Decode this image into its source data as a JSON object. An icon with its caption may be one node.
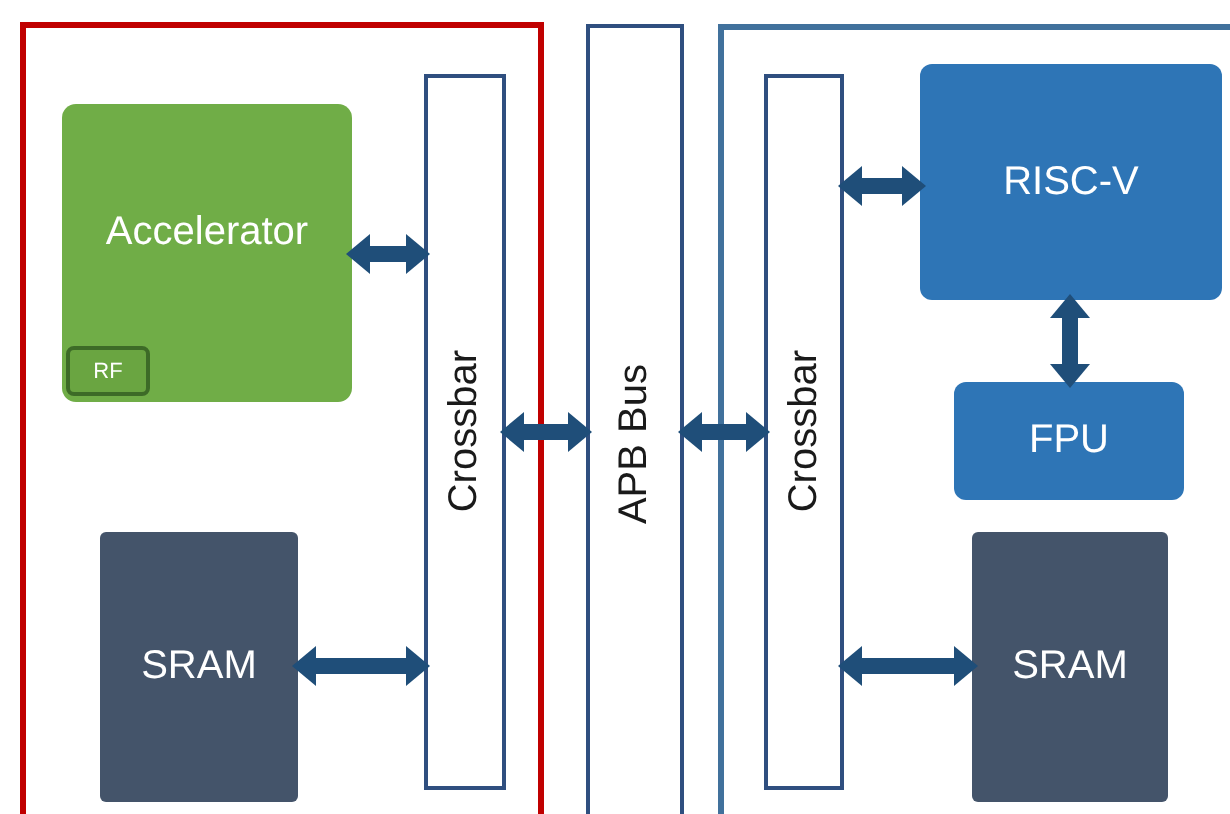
{
  "diagram": {
    "nodes": [
      {
        "text": [],
        "shape": "box"
      },
      {
        "text": [
          "Accelerator"
        ],
        "in": 0
      },
      {
        "text": [
          "RF"
        ],
        "in": 1
      },
      {
        "text": [
          "Crossbar"
        ],
        "in": 0
      },
      {
        "text": [
          "SRAM"
        ],
        "in": 0
      },
      {
        "text": [
          "APB Bus"
        ]
      },
      {
        "text": [],
        "shape": "box"
      },
      {
        "text": [
          "Crossbar"
        ],
        "in": 6
      },
      {
        "text": [
          "RISC-V"
        ],
        "in": 6
      },
      {
        "text": [
          "FPU"
        ],
        "in": 6
      },
      {
        "text": [
          "SRAM"
        ],
        "in": 6
      }
    ],
    "edges": [
      {
        "from": 1,
        "to": 3,
        "arrow": "both"
      },
      {
        "from": 4,
        "to": 3,
        "arrow": "both"
      },
      {
        "from": 3,
        "to": 5,
        "arrow": "both"
      },
      {
        "from": 5,
        "to": 7,
        "arrow": "both"
      },
      {
        "from": 7,
        "to": 8,
        "arrow": "both"
      },
      {
        "from": 8,
        "to": 9,
        "arrow": "both"
      },
      {
        "from": 7,
        "to": 10,
        "arrow": "both"
      }
    ]
  }
}
